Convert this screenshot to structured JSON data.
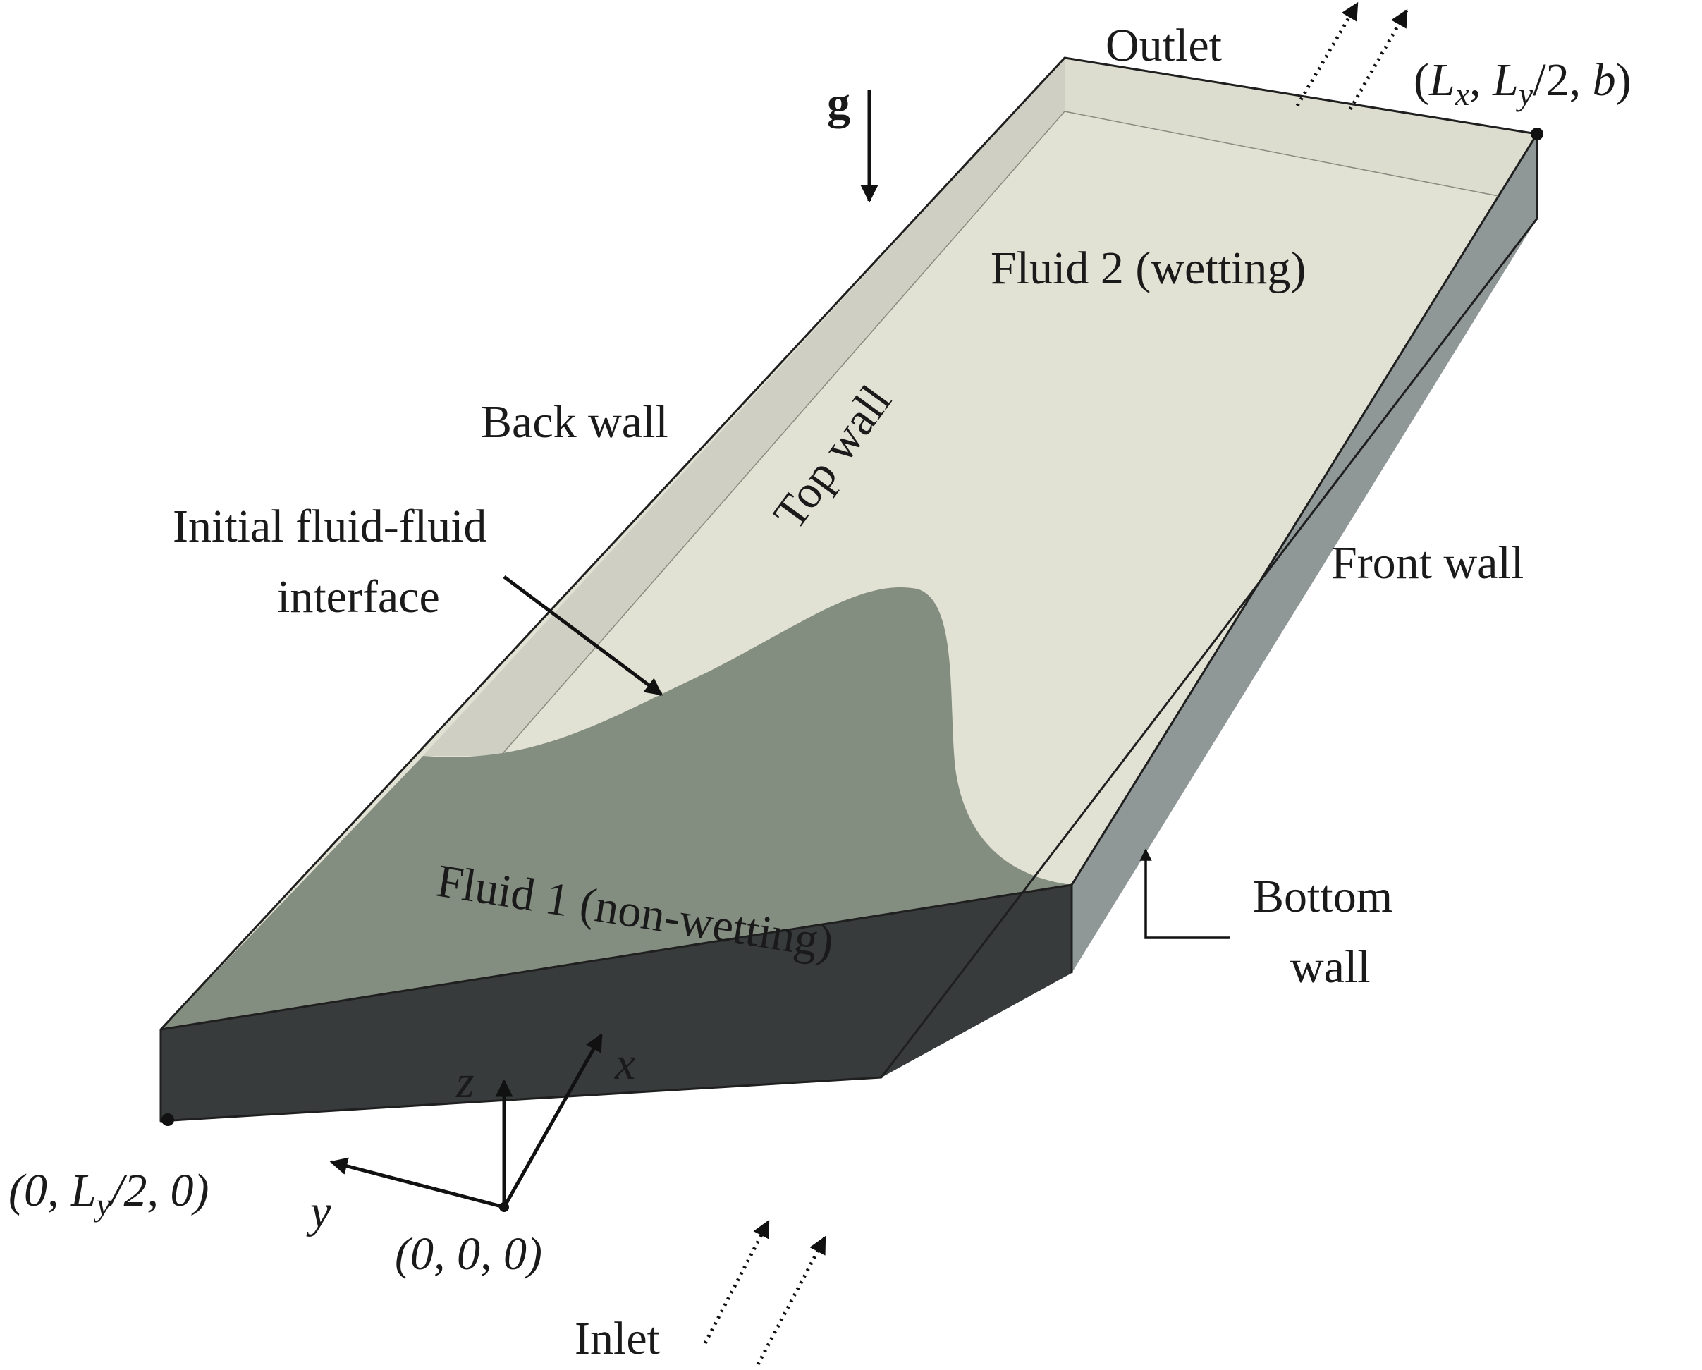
{
  "labels": {
    "outlet": "Outlet",
    "inlet": "Inlet",
    "gravity": "g",
    "fluid2": "Fluid 2 (wetting)",
    "fluid1": "Fluid 1 (non-wetting)",
    "back_wall": "Back wall",
    "top_wall": "Top wall",
    "front_wall": "Front wall",
    "bottom_wall_line1": "Bottom",
    "bottom_wall_line2": "wall",
    "interface_line1": "Initial fluid-fluid",
    "interface_line2": "interface"
  },
  "axes": {
    "x": "x",
    "y": "y",
    "z": "z"
  },
  "coordinates": {
    "origin": "(0, 0, 0)",
    "left_corner": {
      "open": "(0, ",
      "L": "L",
      "sub": "y",
      "rest": "/2, 0)"
    },
    "far_corner": {
      "open": "(",
      "L1": "L",
      "sub1": "x",
      "mid": ", ",
      "L2": "L",
      "sub2": "y",
      "rest": "/2, ",
      "b": "b",
      "close": ")"
    }
  },
  "colors": {
    "fluid1": "#848e80",
    "fluid2": "#e1e1d4",
    "front_face": "#373b3c",
    "side_face": "#8f9896",
    "back_wall": "#cfcfc3",
    "far_wall": "#dcdccf",
    "edges": "#1f1f1f"
  }
}
